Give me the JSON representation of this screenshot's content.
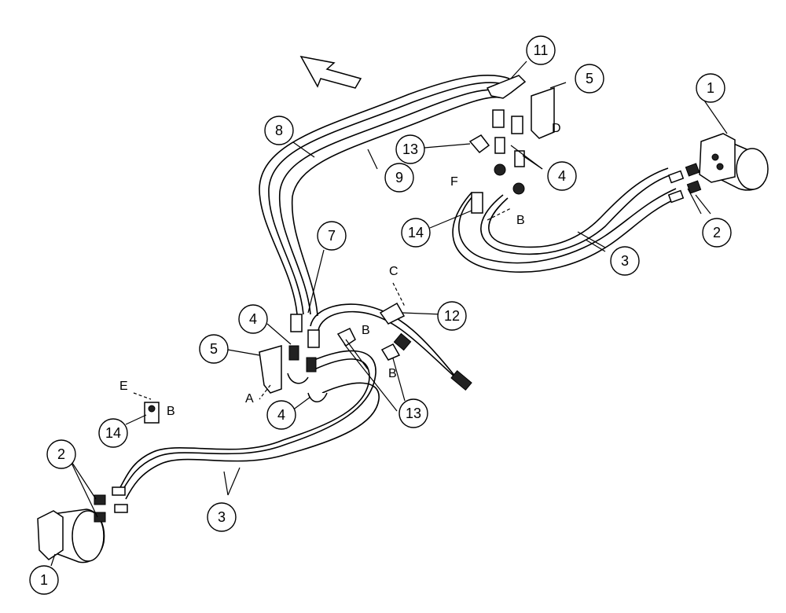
{
  "callouts": {
    "c1_right": "1",
    "c1_left": "1",
    "c2_right": "2",
    "c2_left": "2",
    "c3_right": "3",
    "c3_left": "3",
    "c4_top": "4",
    "c4_mid": "4",
    "c4_low": "4",
    "c5_top": "5",
    "c5_mid": "5",
    "c7": "7",
    "c8": "8",
    "c9": "9",
    "c11": "11",
    "c12": "12",
    "c13_top": "13",
    "c13_low": "13",
    "c14_top": "14",
    "c14_low": "14"
  },
  "letters": {
    "A": "A",
    "B_mid": "B",
    "B_clamp": "B",
    "B_right": "B",
    "B_left": "B",
    "C": "C",
    "D": "D",
    "E": "E",
    "F": "F"
  },
  "icons": {
    "direction": "direction-arrow-icon"
  }
}
